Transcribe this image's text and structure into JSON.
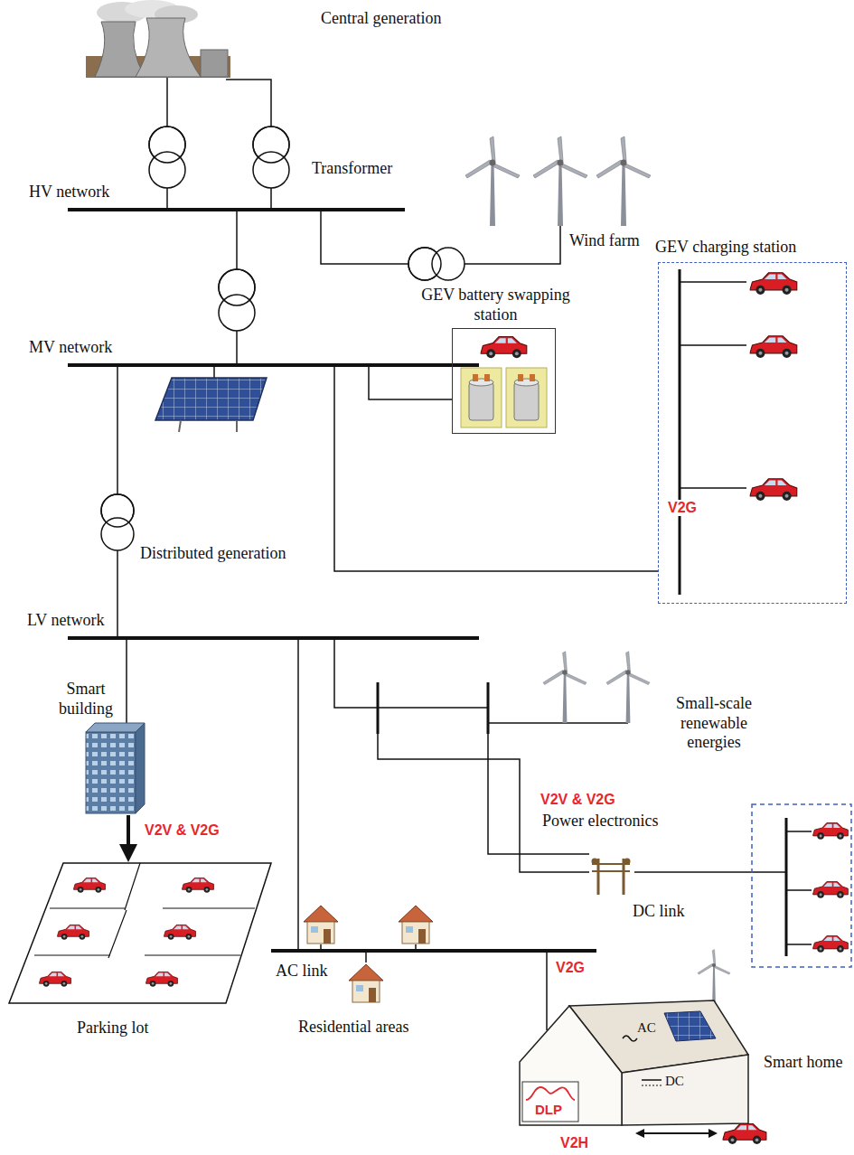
{
  "diagram": {
    "nodes": [
      {
        "text": [
          "HV network"
        ]
      },
      {
        "text": [
          "MV network"
        ]
      },
      {
        "text": [
          "GEV battery swapping station"
        ]
      },
      {
        "text": [
          "GEV charging station",
          "V2G"
        ]
      },
      {
        "text": [
          "LV network"
        ]
      },
      {
        "text": [
          "Parking lot"
        ]
      },
      {
        "text": [
          "AC link",
          "V2G"
        ]
      },
      {
        "text": [
          "Smart home",
          "AC",
          "DC",
          "DLP"
        ]
      }
    ],
    "edges": [
      {
        "from": 0,
        "to": 1,
        "arrow": "none"
      },
      {
        "from": 1,
        "to": 2,
        "arrow": "none"
      },
      {
        "from": 1,
        "to": 3,
        "arrow": "none"
      },
      {
        "from": 1,
        "to": 4,
        "arrow": "none"
      },
      {
        "from": 4,
        "to": 6,
        "arrow": "none"
      },
      {
        "from": 6,
        "to": 7,
        "arrow": "none"
      }
    ],
    "labels": [
      "Central generation",
      "Transformer",
      "Wind farm",
      "Distributed generation",
      "Smart building",
      "V2V & V2G",
      "Small-scale renewable energies",
      "V2V & V2G",
      "Power electronics",
      "DC link",
      "Residential areas",
      "V2H"
    ]
  }
}
